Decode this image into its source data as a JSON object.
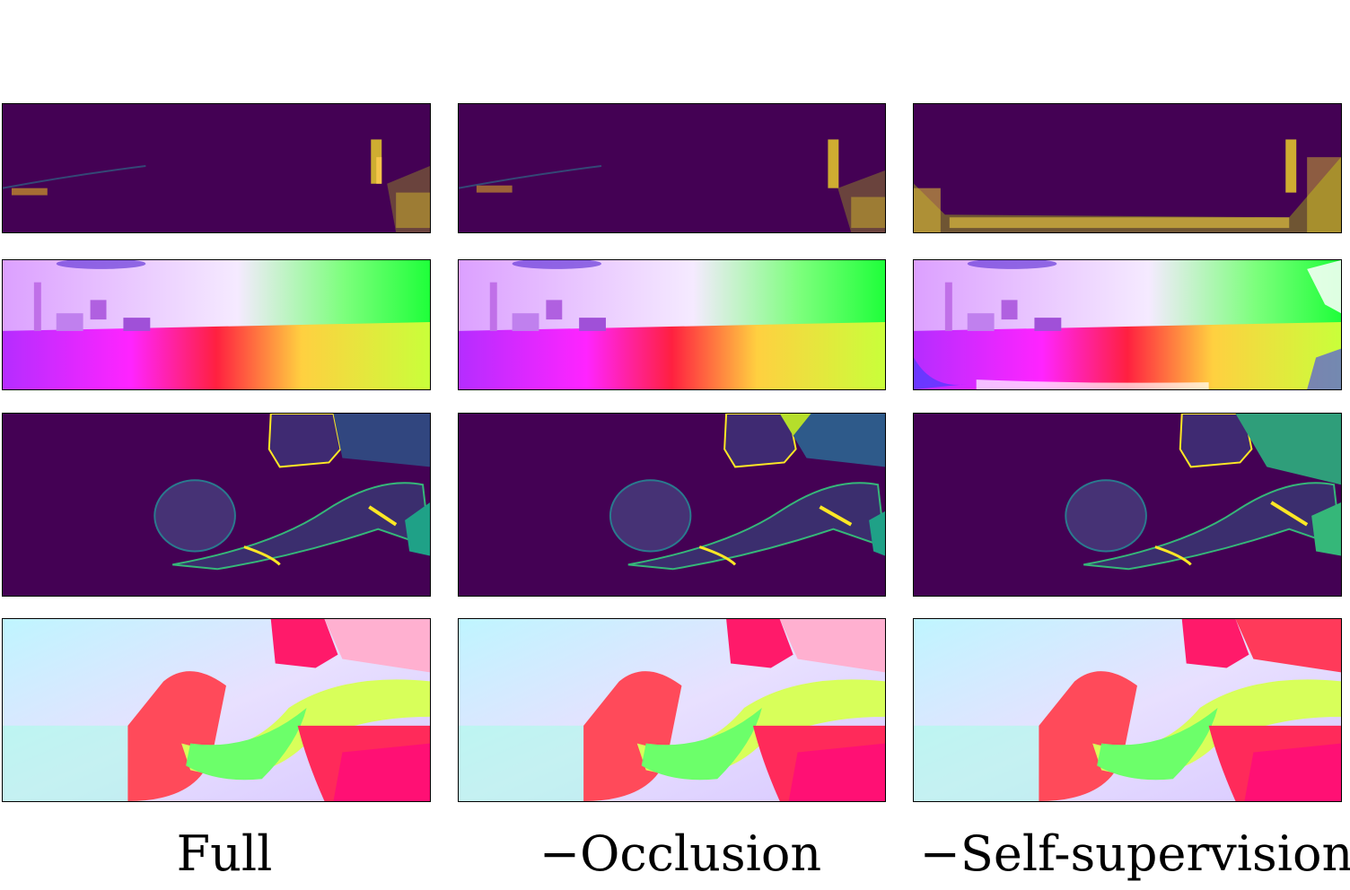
{
  "figure": {
    "captions": [
      "Full",
      "−Occlusion",
      "−Self-supervision"
    ],
    "rows": [
      {
        "kind": "error-map-street",
        "variants": [
          "full",
          "occlusion",
          "selfsup"
        ]
      },
      {
        "kind": "flow-street",
        "variants": [
          "full",
          "occlusion",
          "selfsup"
        ]
      },
      {
        "kind": "error-map-people",
        "variants": [
          "full",
          "occlusion",
          "selfsup"
        ]
      },
      {
        "kind": "flow-people",
        "variants": [
          "full",
          "occlusion",
          "selfsup"
        ]
      }
    ]
  },
  "colors": {
    "viridis_dark": "#440154",
    "viridis_mid": "#21918c",
    "viridis_bright": "#fde725"
  }
}
